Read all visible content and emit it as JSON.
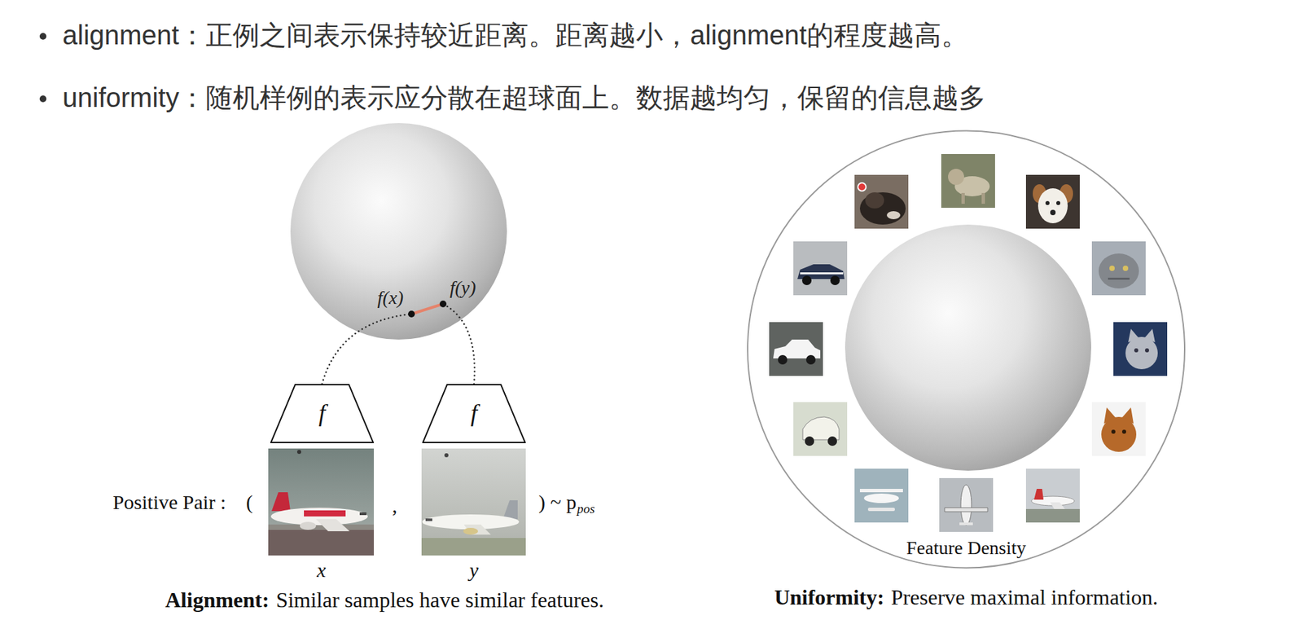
{
  "diagram": {
    "nodes": [
      {
        "text": [
          "f(x)"
        ]
      },
      {
        "text": [
          "f(y)"
        ]
      },
      {
        "text": [
          "f"
        ]
      },
      {
        "text": [
          "f"
        ]
      },
      {
        "text": [
          "Feature Density"
        ]
      }
    ],
    "edges": [
      {
        "from": 0,
        "to": 1,
        "arrow": "none"
      },
      {
        "from": 2,
        "to": 0,
        "arrow": "none"
      },
      {
        "from": 3,
        "to": 1,
        "arrow": "none"
      }
    ],
    "labels": [
      "alignment：正例之间表示保持较近距离。距离越小，alignment的程度越高。",
      "uniformity：随机样例的表示应分散在超球面上。数据越均匀，保留的信息越多",
      "Positive Pair :",
      "(",
      ",",
      ") ~ p",
      "pos",
      "x",
      "y",
      "Alignment:",
      "Similar samples have similar features.",
      "Uniformity:",
      "Preserve maximal information."
    ]
  }
}
